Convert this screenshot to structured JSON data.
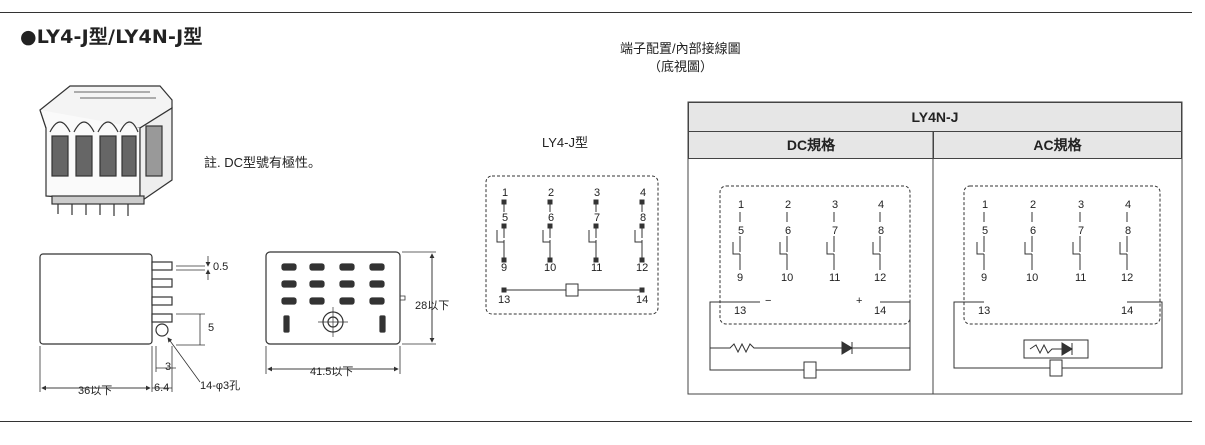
{
  "page": {
    "title": "●LY4-J型/LY4N-J型",
    "note": "註. DC型號有極性。",
    "terminal_title": "端子配置/內部接線圖",
    "terminal_subtitle": "（底視圖）",
    "ly4j_label": "LY4-J型"
  },
  "dimensions": {
    "d_05": "0.5",
    "d_5": "5",
    "d_3": "3",
    "d_36": "36以下",
    "d_64": "6.4",
    "d_holes": "14-φ3孔",
    "d_28": "28以下",
    "d_415": "41.5以下"
  },
  "table": {
    "header": "LY4N-J",
    "col_dc": "DC規格",
    "col_ac": "AC規格"
  },
  "terminals": {
    "top": [
      "1",
      "2",
      "3",
      "4"
    ],
    "mid": [
      "5",
      "6",
      "7",
      "8"
    ],
    "bottom": [
      "9",
      "10",
      "11",
      "12"
    ],
    "coil": [
      "13",
      "14"
    ]
  },
  "dc_polarity": {
    "minus": "−",
    "plus": "+"
  }
}
